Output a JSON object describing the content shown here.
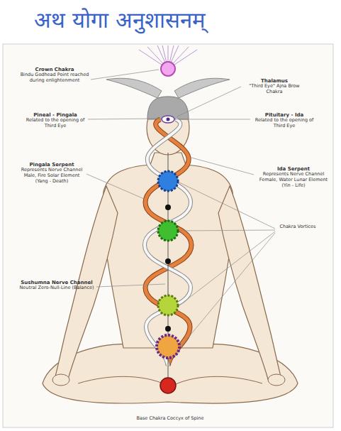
{
  "diagram": {
    "title": "अथ योगा अनुशासनम्",
    "labels": [
      "Crown Chakra",
      "Bindu Godhead Point reached during enlightenment",
      "Thalamus",
      "\"Third Eye\" Ajna Brow Chakra",
      "Pineal - Pingala",
      "Related to the opening of Third Eye",
      "Pituitary - Ida",
      "Related to the opening of Third Eye",
      "Pingala Serpent",
      "Represents Nerve Channel Male, Fire Solar Element (Yang - Death)",
      "Ida Serpent",
      "Represents Nerve Channel Female, Water Lunar Element (Yin - Life)",
      "Chakra Vortices",
      "Sushumna Nerve Channel",
      "Neutral Zero-Null-Line (Balance)",
      "Base Chakra Coccyx of Spine"
    ]
  }
}
